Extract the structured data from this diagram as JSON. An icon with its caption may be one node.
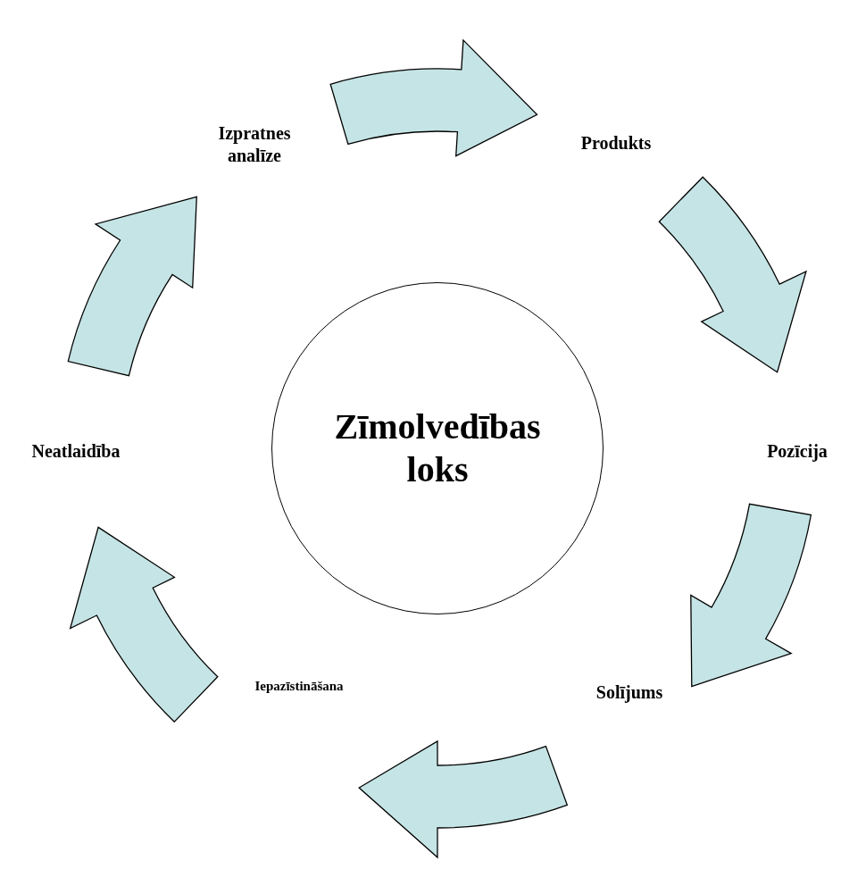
{
  "diagram": {
    "nodes": [
      {
        "text": [
          "Izpratnes analīze"
        ]
      },
      {
        "text": [
          "Produkts"
        ]
      },
      {
        "text": [
          "Zīmolvedības loks"
        ]
      },
      {
        "text": [
          "Neatlaidība"
        ]
      },
      {
        "text": [
          "Pozīcija"
        ]
      },
      {
        "text": [
          "Iepazīstināšana"
        ]
      },
      {
        "text": [
          "Solījums"
        ]
      }
    ],
    "edges": [
      {
        "from": 0,
        "to": 1,
        "arrow": "to",
        "style": "thick"
      },
      {
        "from": 1,
        "to": 4,
        "arrow": "to",
        "style": "thick"
      },
      {
        "from": 4,
        "to": 6,
        "arrow": "to",
        "style": "thick"
      },
      {
        "from": 6,
        "to": 5,
        "arrow": "to",
        "style": "thick"
      },
      {
        "from": 5,
        "to": 3,
        "arrow": "to",
        "style": "thick"
      },
      {
        "from": 3,
        "to": 0,
        "arrow": "to",
        "style": "thick"
      }
    ]
  }
}
